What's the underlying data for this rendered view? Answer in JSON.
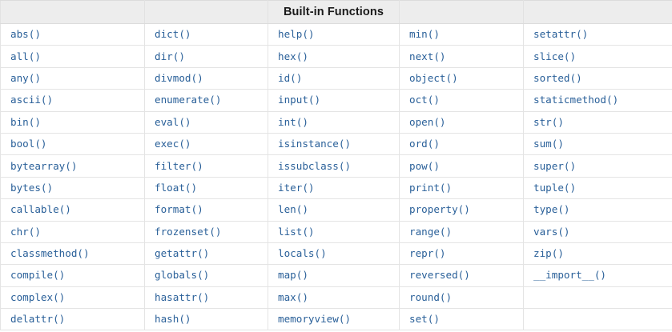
{
  "table": {
    "title": "Built-in Functions",
    "title_column_index": 2,
    "colors": {
      "header_background": "#ededed",
      "cell_background": "#ffffff",
      "border": "#e2e2e2",
      "function_text": "#2a6099",
      "title_text": "#1a1a1a"
    },
    "column_count": 5,
    "row_count": 14,
    "header_cells": [
      "",
      "",
      "Built-in Functions",
      "",
      ""
    ],
    "rows": [
      [
        "abs()",
        "dict()",
        "help()",
        "min()",
        "setattr()"
      ],
      [
        "all()",
        "dir()",
        "hex()",
        "next()",
        "slice()"
      ],
      [
        "any()",
        "divmod()",
        "id()",
        "object()",
        "sorted()"
      ],
      [
        "ascii()",
        "enumerate()",
        "input()",
        "oct()",
        "staticmethod()"
      ],
      [
        "bin()",
        "eval()",
        "int()",
        "open()",
        "str()"
      ],
      [
        "bool()",
        "exec()",
        "isinstance()",
        "ord()",
        "sum()"
      ],
      [
        "bytearray()",
        "filter()",
        "issubclass()",
        "pow()",
        "super()"
      ],
      [
        "bytes()",
        "float()",
        "iter()",
        "print()",
        "tuple()"
      ],
      [
        "callable()",
        "format()",
        "len()",
        "property()",
        "type()"
      ],
      [
        "chr()",
        "frozenset()",
        "list()",
        "range()",
        "vars()"
      ],
      [
        "classmethod()",
        "getattr()",
        "locals()",
        "repr()",
        "zip()"
      ],
      [
        "compile()",
        "globals()",
        "map()",
        "reversed()",
        "__import__()"
      ],
      [
        "complex()",
        "hasattr()",
        "max()",
        "round()",
        ""
      ],
      [
        "delattr()",
        "hash()",
        "memoryview()",
        "set()",
        ""
      ]
    ]
  }
}
